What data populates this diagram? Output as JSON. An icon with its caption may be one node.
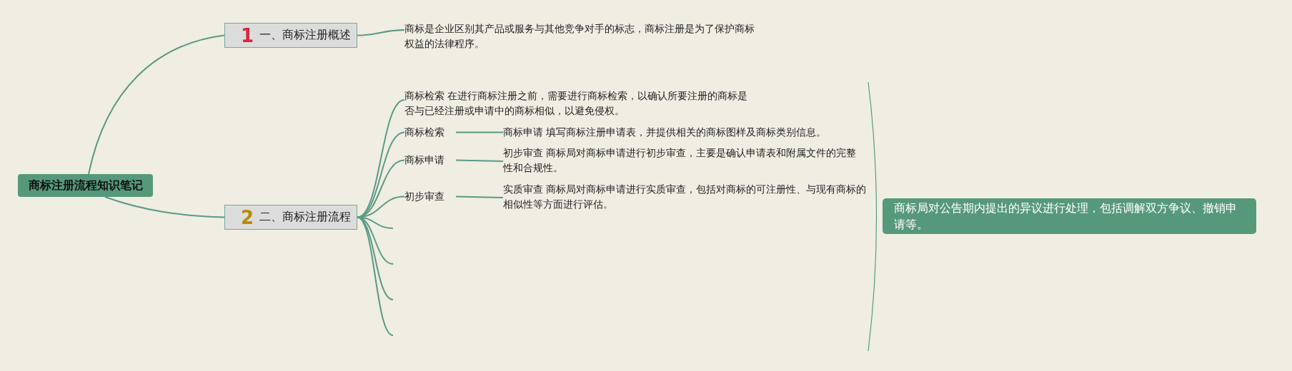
{
  "diagram": {
    "nodes": [
      {
        "text": [
          "商标注册流程知识笔记"
        ]
      },
      {
        "text": [
          "1",
          "一、商标注册概述"
        ]
      },
      {
        "text": [
          "商标是企业区别其产品或服务与其他竞争对手的标志，商标注册是为了保护商标权益的法律程序。"
        ]
      },
      {
        "text": [
          "2",
          "二、商标注册流程"
        ]
      },
      {
        "text": [
          "商标检索 在进行商标注册之前，需要进行商标检索，以确认所要注册的商标是否与已经注册或申请中的商标相似，以避免侵权。"
        ]
      },
      {
        "text": [
          "商标检索"
        ]
      },
      {
        "text": [
          "商标申请"
        ]
      },
      {
        "text": [
          "初步审查"
        ]
      },
      {
        "text": [
          "商标申请 填写商标注册申请表，并提供相关的商标图样及商标类别信息。"
        ]
      },
      {
        "text": [
          "初步审查 商标局对商标申请进行初步审查，主要是确认申请表和附属文件的完整性和合规性。"
        ]
      },
      {
        "text": [
          "实质审查 商标局对商标申请进行实质审查，包括对商标的可注册性、与现有商标的相似性等方面进行评估。"
        ]
      },
      {
        "text": [
          "商标局对公告期内提出的异议进行处理，包括调解双方争议、撤销申请等。"
        ]
      }
    ],
    "edges": [
      {
        "from": 0,
        "to": 1,
        "arrow": "none"
      },
      {
        "from": 0,
        "to": 3,
        "arrow": "none"
      },
      {
        "from": 1,
        "to": 2,
        "arrow": "none"
      },
      {
        "from": 3,
        "to": 4,
        "arrow": "none"
      },
      {
        "from": 3,
        "to": 5,
        "arrow": "none"
      },
      {
        "from": 3,
        "to": 6,
        "arrow": "none"
      },
      {
        "from": 3,
        "to": 7,
        "arrow": "none"
      },
      {
        "from": 3,
        "to": null,
        "arrow": "none"
      },
      {
        "from": 3,
        "to": null,
        "arrow": "none"
      },
      {
        "from": 3,
        "to": null,
        "arrow": "none"
      },
      {
        "from": 3,
        "to": null,
        "arrow": "none"
      },
      {
        "from": 5,
        "to": 8,
        "arrow": "none"
      },
      {
        "from": 6,
        "to": 9,
        "arrow": "none"
      },
      {
        "from": 7,
        "to": 10,
        "arrow": "none"
      }
    ]
  }
}
